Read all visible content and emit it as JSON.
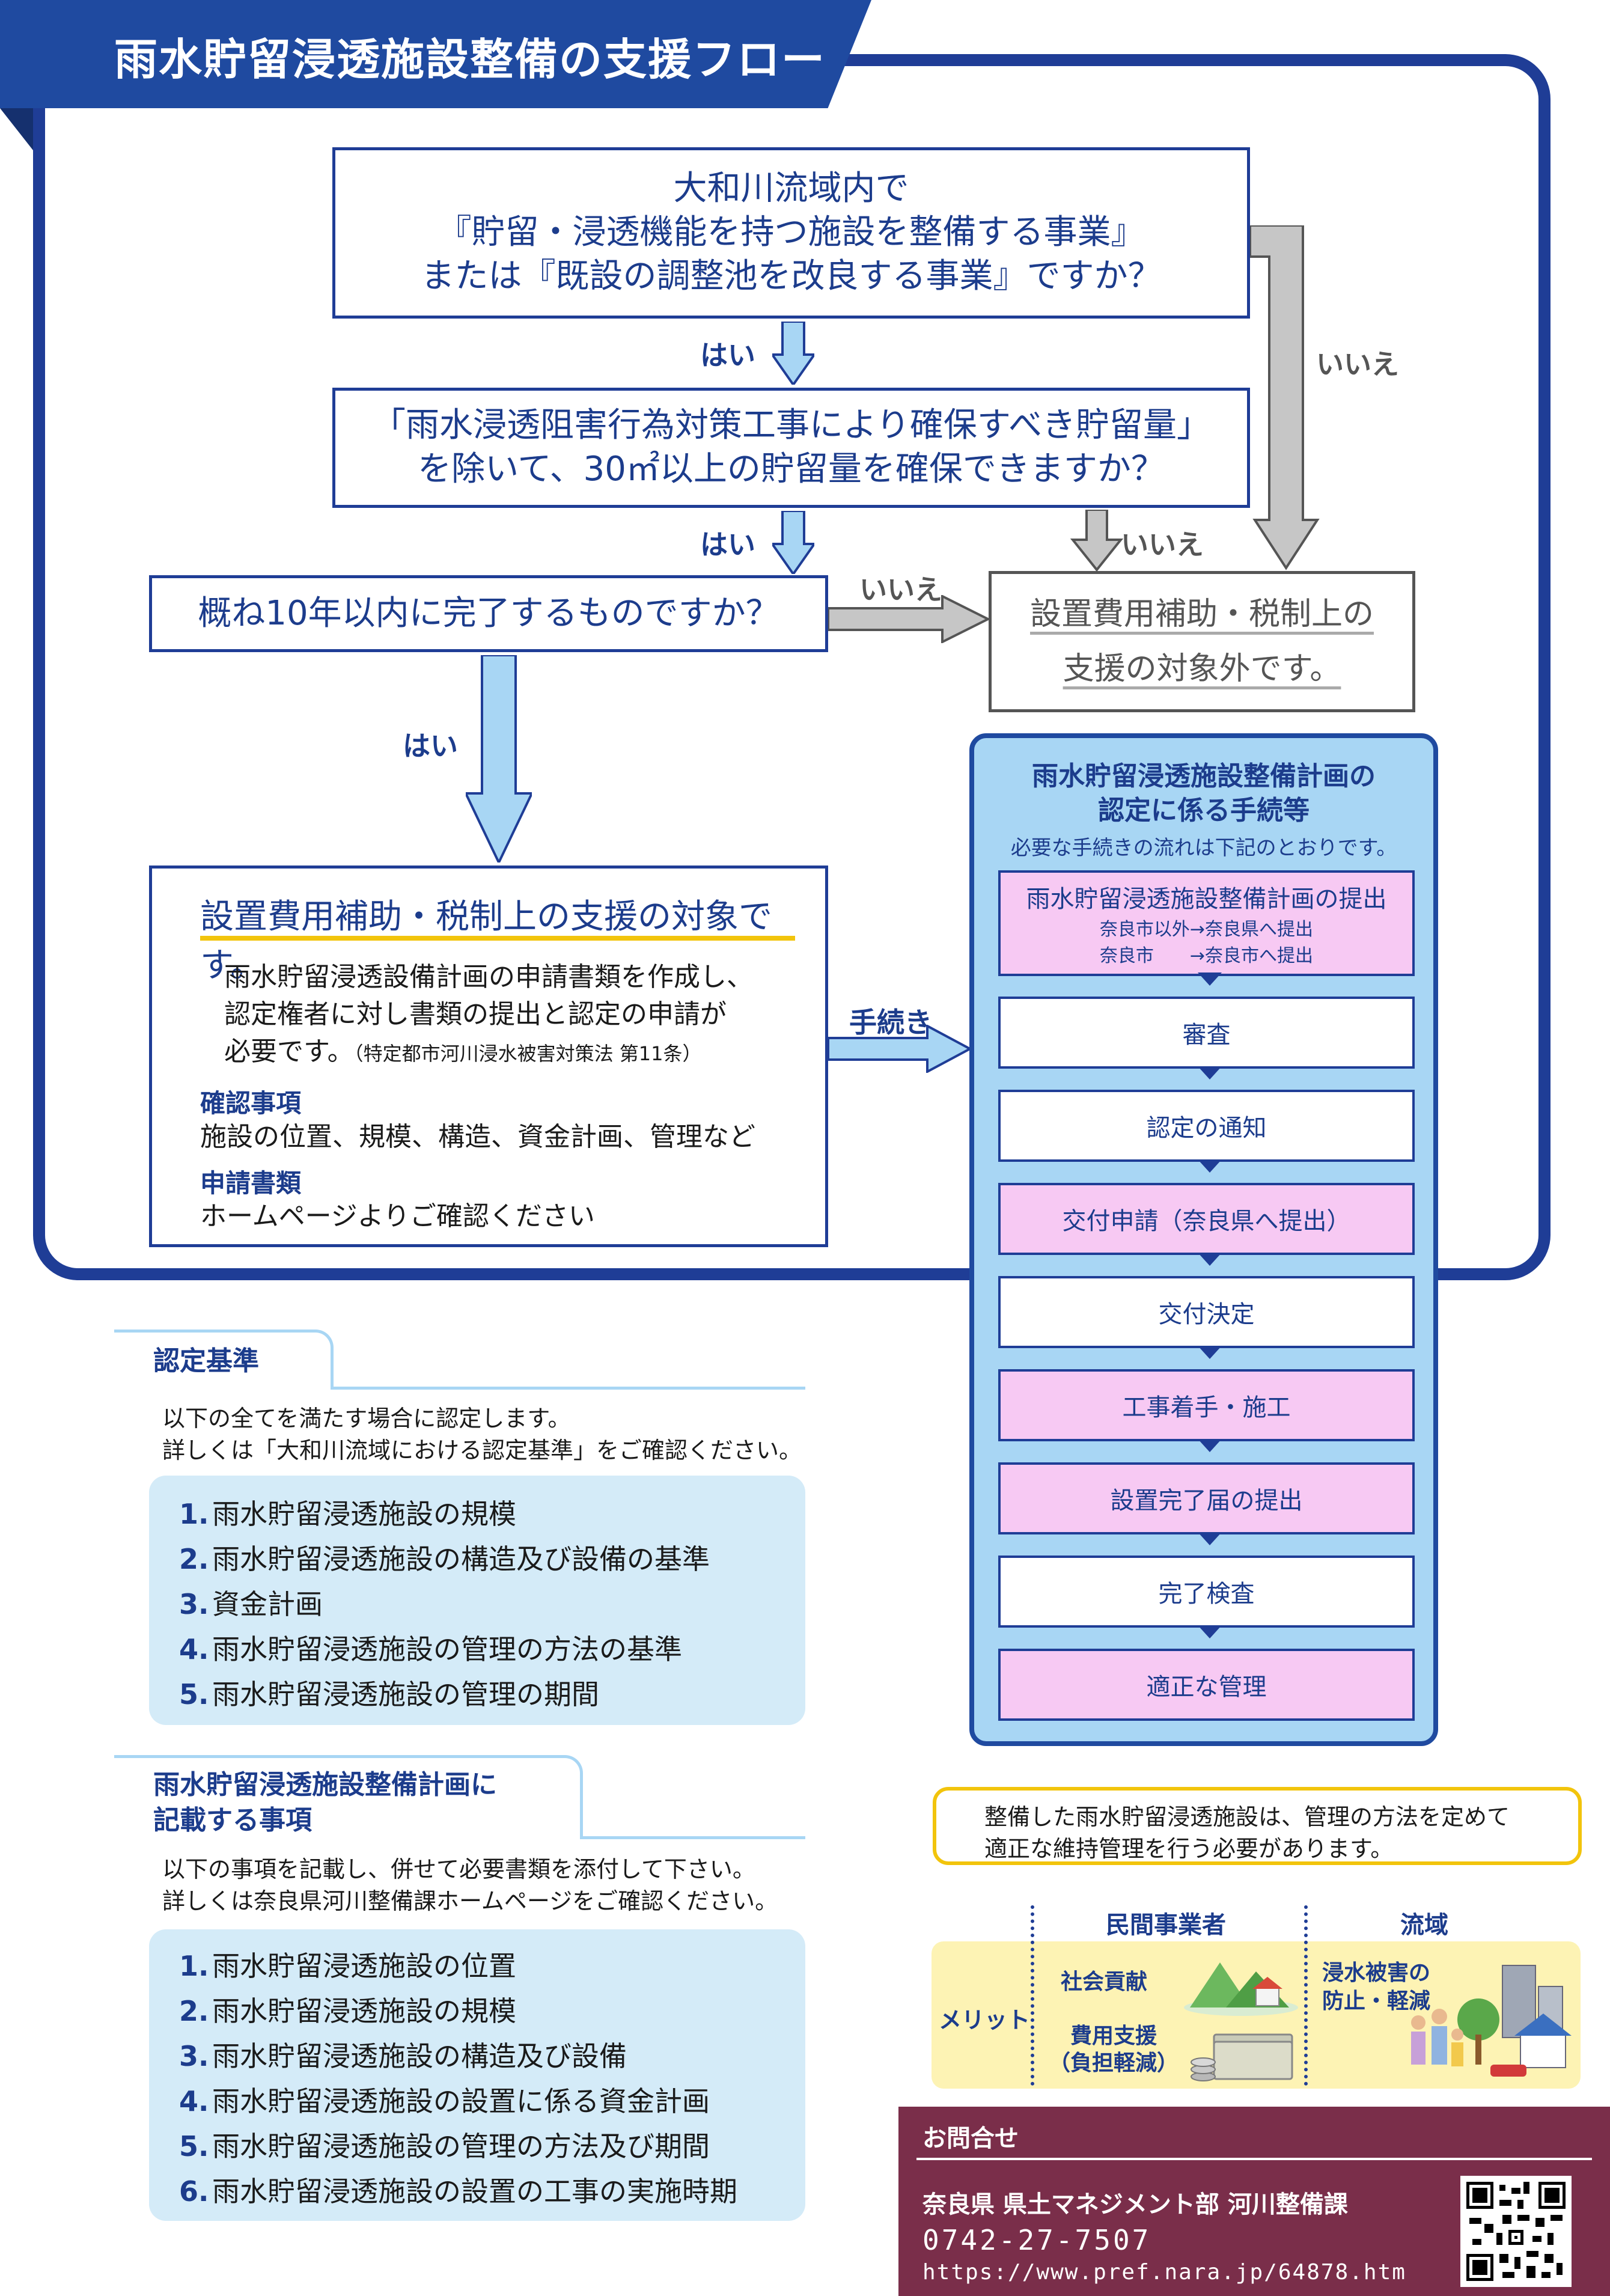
{
  "header": {
    "title": "雨水貯留浸透施設整備の支援フロー"
  },
  "flow": {
    "q1": [
      "大和川流域内で",
      "『貯留・浸透機能を持つ施設を整備する事業』",
      "または『既設の調整池を改良する事業』ですか？"
    ],
    "q2": [
      "「雨水浸透阻害行為対策工事により確保すべき貯留量」",
      "を除いて、30㎡以上の貯留量を確保できますか？"
    ],
    "q3": "概ね10年以内に完了するものですか？",
    "yes_label": "はい",
    "no_label": "いいえ",
    "outside": [
      "設置費用補助・税制上の",
      "支援の対象外です。"
    ],
    "target": {
      "title": "設置費用補助・税制上の支援の対象です。",
      "body": [
        "雨水貯留浸透設備計画の申請書類を作成し、",
        "認定権者に対し書類の提出と認定の申請が",
        "必要です。"
      ],
      "law": "（特定都市河川浸水被害対策法 第11条）",
      "check_head": "確認事項",
      "check_body": "施設の位置、規模、構造、資金計画、管理など",
      "doc_head": "申請書類",
      "doc_body": "ホームページよりご確認ください"
    },
    "procedure_label": "手続き"
  },
  "procedure": {
    "title": [
      "雨水貯留浸透施設整備計画の",
      "認定に係る手続等"
    ],
    "subtitle": "必要な手続きの流れは下記のとおりです。",
    "step1": {
      "label": "雨水貯留浸透施設整備計画の提出",
      "sub1": "奈良市以外→奈良県へ提出",
      "sub2": "奈良市　　→奈良市へ提出"
    },
    "steps": [
      "審査",
      "認定の通知",
      "交付申請（奈良県へ提出）",
      "交付決定",
      "工事着手・施工",
      "設置完了届の提出",
      "完了検査",
      "適正な管理"
    ]
  },
  "criteria": {
    "head": "認定基準",
    "desc": [
      "以下の全てを満たす場合に認定します。",
      "詳しくは「大和川流域における認定基準」をご確認ください。"
    ],
    "items": [
      {
        "n": "1.",
        "t": "雨水貯留浸透施設の規模"
      },
      {
        "n": "2.",
        "t": "雨水貯留浸透施設の構造及び設備の基準"
      },
      {
        "n": "3.",
        "t": "資金計画"
      },
      {
        "n": "4.",
        "t": "雨水貯留浸透施設の管理の方法の基準"
      },
      {
        "n": "5.",
        "t": "雨水貯留浸透施設の管理の期間"
      }
    ]
  },
  "plan_items": {
    "head": [
      "雨水貯留浸透施設整備計画に",
      "記載する事項"
    ],
    "desc": [
      "以下の事項を記載し、併せて必要書類を添付して下さい。",
      "詳しくは奈良県河川整備課ホームページをご確認ください。"
    ],
    "items": [
      {
        "n": "1.",
        "t": "雨水貯留浸透施設の位置"
      },
      {
        "n": "2.",
        "t": "雨水貯留浸透施設の規模"
      },
      {
        "n": "3.",
        "t": "雨水貯留浸透施設の構造及び設備"
      },
      {
        "n": "4.",
        "t": "雨水貯留浸透施設の設置に係る資金計画"
      },
      {
        "n": "5.",
        "t": "雨水貯留浸透施設の管理の方法及び期間"
      },
      {
        "n": "6.",
        "t": "雨水貯留浸透施設の設置の工事の実施時期"
      }
    ]
  },
  "note": [
    "整備した雨水貯留浸透施設は、管理の方法を定めて",
    "適正な維持管理を行う必要があります。"
  ],
  "merit": {
    "label": "メリット",
    "col1": "民間事業者",
    "col2": "流域",
    "social": "社会貢献",
    "cost": [
      "費用支援",
      "（負担軽減）"
    ],
    "flood": [
      "浸水被害の",
      "防止・軽減"
    ]
  },
  "contact": {
    "head": "お問合せ",
    "org": "奈良県 県土マネジメント部 河川整備課",
    "tel": "0742-27-7507",
    "url": "https://www.pref.nara.jp/64878.htm"
  },
  "colors": {
    "navy": "#1f3d96",
    "light_blue": "#a8d6f4",
    "pink": "#f7c9f3",
    "yellow": "#f2c40c",
    "maroon": "#7a2e4a"
  }
}
